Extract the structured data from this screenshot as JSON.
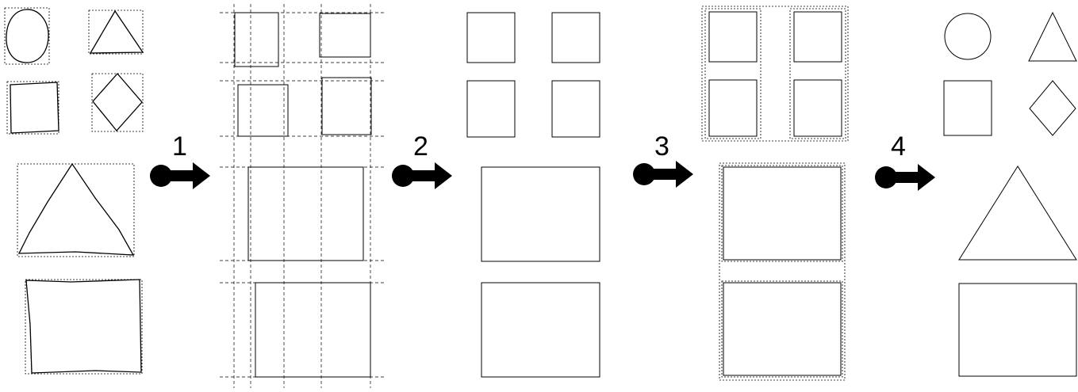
{
  "steps": [
    {
      "number": "1",
      "icon": "pin-arrow-right-icon"
    },
    {
      "number": "2",
      "icon": "pin-arrow-right-icon"
    },
    {
      "number": "3",
      "icon": "pin-arrow-right-icon"
    },
    {
      "number": "4",
      "icon": "pin-arrow-right-icon"
    }
  ],
  "panels": [
    {
      "stage": "hand-drawn-sketch",
      "shapes": [
        "ellipse",
        "triangle",
        "square",
        "diamond",
        "triangle",
        "rectangle"
      ]
    },
    {
      "stage": "bounding-box-alignment-guides",
      "shapes": [
        "rectangle",
        "rectangle",
        "rectangle",
        "rectangle",
        "rectangle",
        "rectangle"
      ]
    },
    {
      "stage": "aligned-bounding-boxes",
      "shapes": [
        "rectangle",
        "rectangle",
        "rectangle",
        "rectangle",
        "rectangle",
        "rectangle"
      ]
    },
    {
      "stage": "grouped-bounding-boxes",
      "shapes": [
        "rectangle",
        "rectangle",
        "rectangle",
        "rectangle",
        "rectangle",
        "rectangle"
      ]
    },
    {
      "stage": "beautified-shapes",
      "shapes": [
        "circle",
        "triangle",
        "square",
        "diamond",
        "triangle",
        "rectangle"
      ]
    }
  ],
  "colors": {
    "stroke": "#000000",
    "background": "#ffffff"
  }
}
